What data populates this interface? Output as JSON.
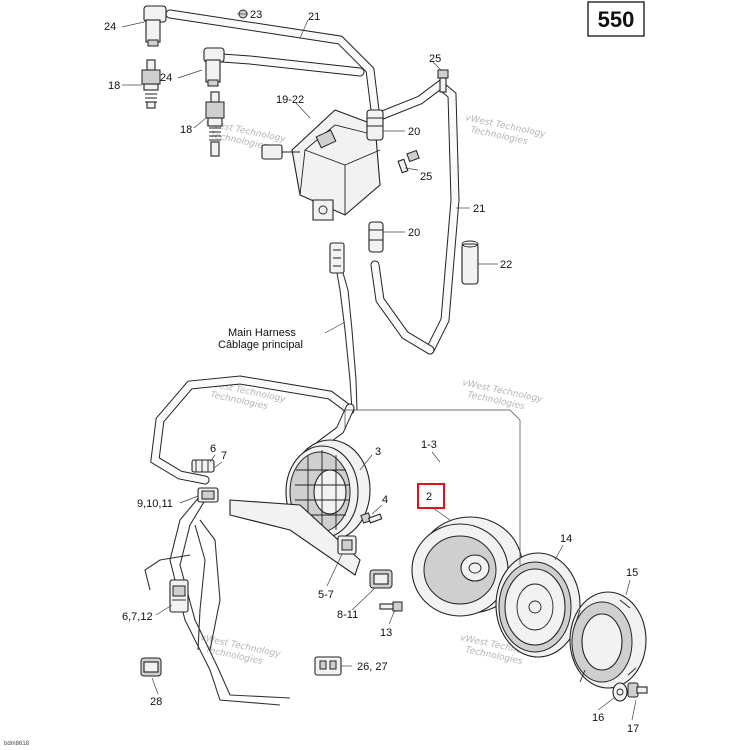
{
  "page_number": "550",
  "harness_label": [
    "Main Harness",
    "Câblage principal"
  ],
  "watermark": [
    "vWest Technology",
    "Technologies"
  ],
  "drawing_ref": "bdm8618",
  "highlighted_callout": "2",
  "callouts": {
    "c24a": "24",
    "c23": "23",
    "c21a": "21",
    "c25a": "25",
    "c24b": "24",
    "c18a": "18",
    "c18b": "18",
    "c1922": "19-22",
    "c20a": "20",
    "c25b": "25",
    "c21b": "21",
    "c20b": "20",
    "c22": "22",
    "c13g": "1-3",
    "c2": "2",
    "c3": "3",
    "c4": "4",
    "c6": "6",
    "c7": "7",
    "c91011": "9,10,11",
    "c57": "5-7",
    "c811": "8-11",
    "c13": "13",
    "c6712": "6,7,12",
    "c14": "14",
    "c15": "15",
    "c16": "16",
    "c17": "17",
    "c2627": "26, 27",
    "c28": "28"
  }
}
